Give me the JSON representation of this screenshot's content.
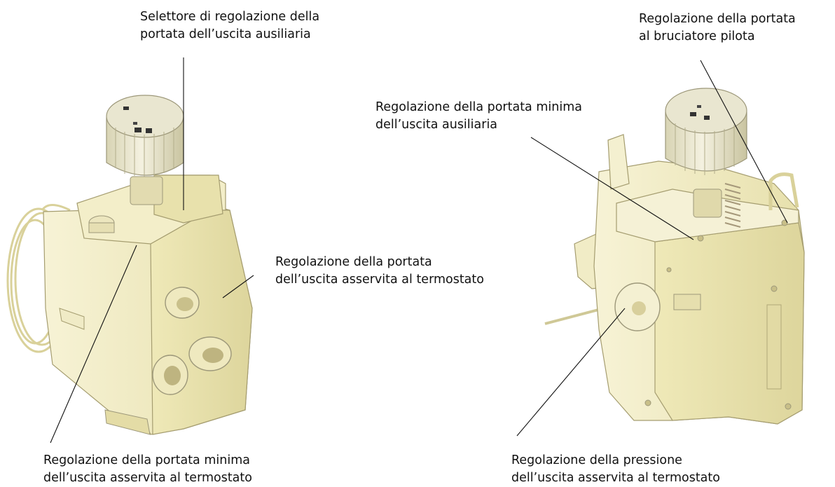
{
  "colors": {
    "body": "#ece6b0",
    "body_light": "#f6f2d2",
    "body_shadow": "#cfc68c",
    "edge": "#9c9468",
    "knob": "#e4e0c2",
    "leader_line": "#111111"
  },
  "callouts": {
    "aux_selector": {
      "line1": "Selettore di regolazione della",
      "line2": "portata dell’uscita ausiliaria"
    },
    "pilot_flow": {
      "line1": "Regolazione della portata",
      "line2": "al bruciatore pilota"
    },
    "aux_min_flow": {
      "line1": "Regolazione della portata minima",
      "line2": "dell’uscita ausiliaria"
    },
    "thermostat_flow": {
      "line1": "Regolazione della portata",
      "line2": "dell’uscita asservita al termostato"
    },
    "thermostat_min_flow": {
      "line1": "Regolazione della portata minima",
      "line2": "dell’uscita asservita al termostato"
    },
    "thermostat_pressure": {
      "line1": "Regolazione della pressione",
      "line2": "dell’uscita asservita al termostato"
    }
  }
}
